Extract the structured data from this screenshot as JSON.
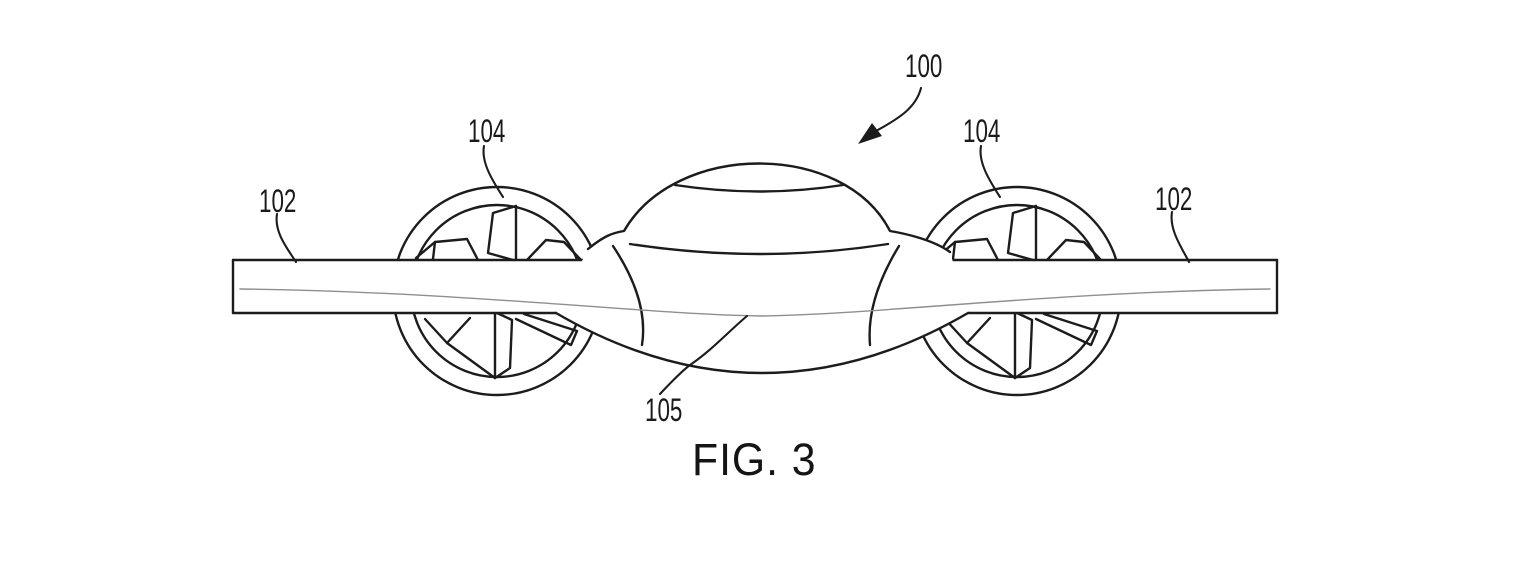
{
  "figure": {
    "caption": "FIG. 3",
    "reference_labels": [
      {
        "ref": "100",
        "points_to": "vehicle-overall"
      },
      {
        "ref": "104",
        "points_to": "left-ducted-fan"
      },
      {
        "ref": "104",
        "points_to": "right-ducted-fan"
      },
      {
        "ref": "102",
        "points_to": "left-wing"
      },
      {
        "ref": "102",
        "points_to": "right-wing"
      },
      {
        "ref": "105",
        "points_to": "fuselage-wing-chord-line"
      }
    ],
    "colors": {
      "line": "#1c1c1c",
      "hidden_line": "#8f8f8f",
      "background": "#ffffff"
    }
  }
}
